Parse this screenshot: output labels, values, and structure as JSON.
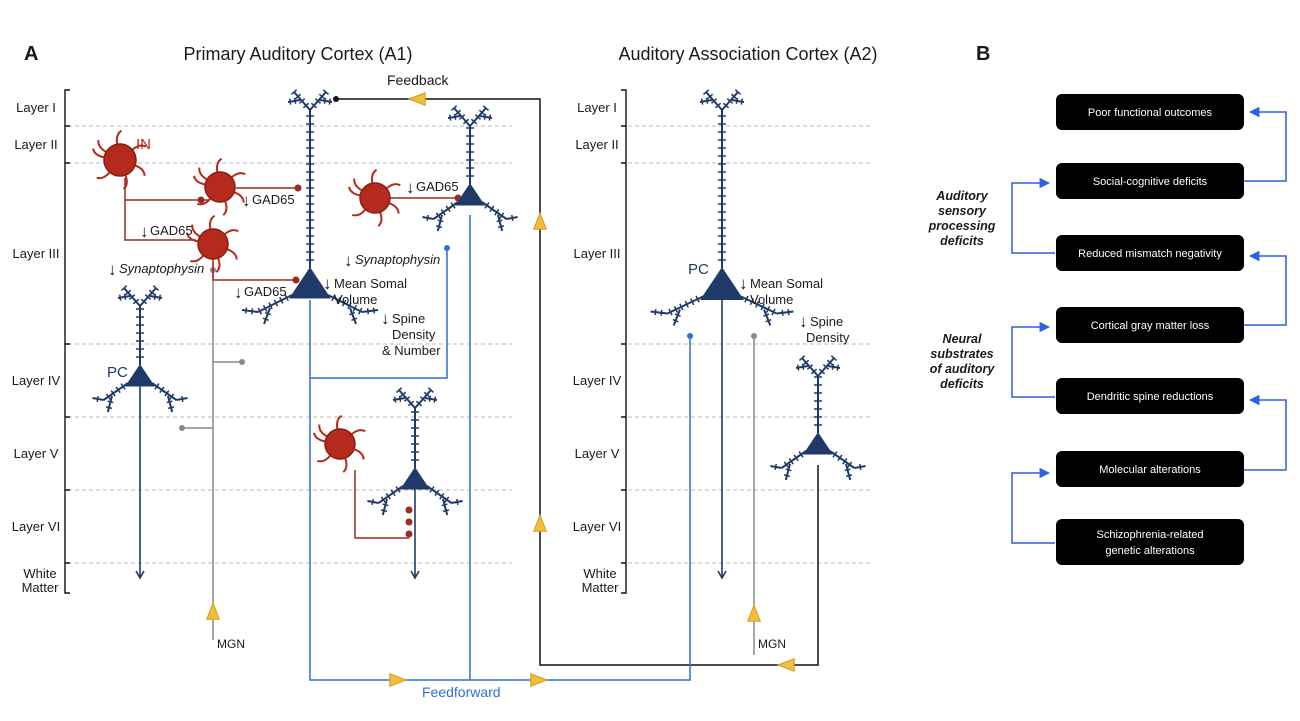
{
  "panel_a": {
    "letter": "A",
    "title_a1": "Primary Auditory Cortex (A1)",
    "title_a2": "Auditory Association Cortex (A2)",
    "layers_a1": [
      "Layer I",
      "Layer II",
      "Layer III",
      "Layer IV",
      "Layer V",
      "Layer VI",
      "White Matter"
    ],
    "layers_a2": [
      "Layer I",
      "Layer II",
      "Layer III",
      "Layer IV",
      "Layer V",
      "Layer VI",
      "White Matter"
    ],
    "labels": {
      "in": "IN",
      "pc": "PC",
      "pc_a2": "PC",
      "feedback": "Feedback",
      "feedforward": "Feedforward",
      "mgn": "MGN",
      "mgn_a2": "MGN",
      "gad65_1": "GAD65",
      "gad65_2": "GAD65",
      "gad65_3": "GAD65",
      "gad65_4": "GAD65",
      "synaptophysin_1": "Synaptophysin",
      "synaptophysin_2": "Synaptophysin",
      "mean_somal_1": "Mean Somal",
      "volume_1": "Volume",
      "mean_somal_2": "Mean Somal",
      "volume_2": "Volume",
      "spine_1": "Spine",
      "density_1": "Density",
      "number_1": "& Number",
      "spine_2": "Spine",
      "density_2": "Density",
      "down_arrow": "↓"
    },
    "colors": {
      "pyramidal": "#1f3a68",
      "interneuron": "#b52a1c",
      "feedforward": "#2f6fd6",
      "pathway_arrow": "#f2bd3c",
      "gray_axon": "#888888"
    }
  },
  "panel_b": {
    "letter": "B",
    "boxes": [
      {
        "line1": "Poor functional outcomes",
        "line2": ""
      },
      {
        "line1": "Social-cognitive deficits",
        "line2": ""
      },
      {
        "line1": "Reduced mismatch negativity",
        "line2": ""
      },
      {
        "line1": "Cortical gray matter loss",
        "line2": ""
      },
      {
        "line1": "Dendritic spine reductions",
        "line2": ""
      },
      {
        "line1": "Molecular alterations",
        "line2": ""
      },
      {
        "line1": "Schizophrenia-related",
        "line2": "genetic alterations"
      }
    ],
    "side_label_1": [
      "Auditory",
      "sensory",
      "processing",
      "deficits"
    ],
    "side_label_2": [
      "Neural",
      "substrates",
      "of auditory",
      "deficits"
    ],
    "colors": {
      "box": "#000000",
      "box_text": "#ffffff",
      "connector": "#2f5fe0"
    }
  }
}
